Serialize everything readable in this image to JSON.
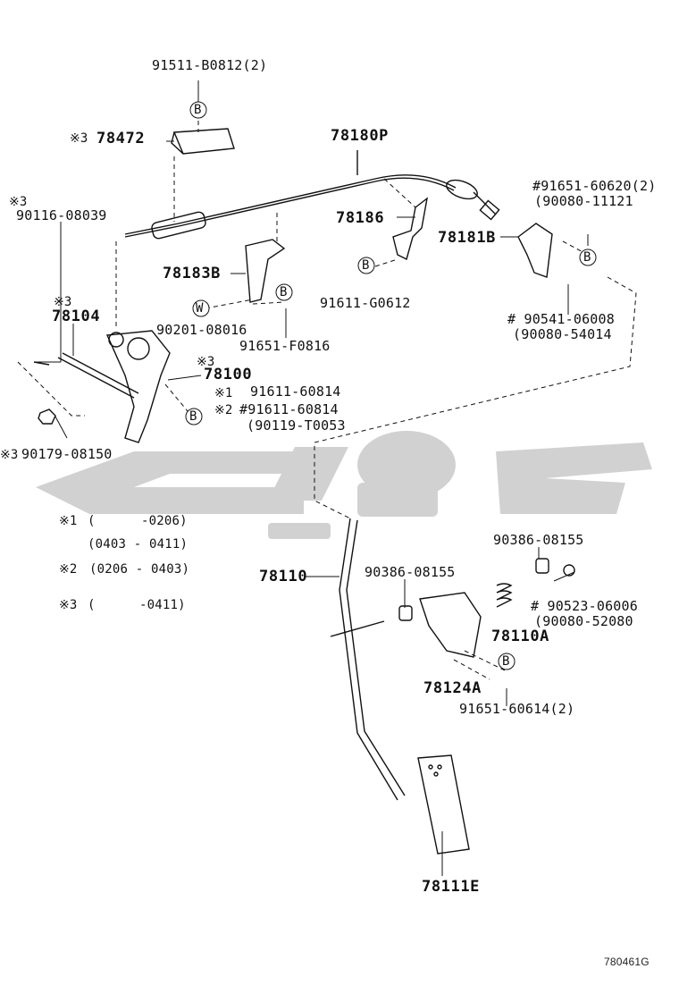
{
  "labels": {
    "p91511": "91511-B0812(2)",
    "p78472": "78472",
    "p78180P": "78180P",
    "p90116": "90116-08039",
    "p91651_60620": "#91651-60620(2)",
    "p90080_11121": "(90080-11121",
    "p78186": "78186",
    "p78181B": "78181B",
    "p78183B": "78183B",
    "p91611_G0612": "91611-G0612",
    "p78104": "78104",
    "p90201": "90201-08016",
    "p91651_F0816": "91651-F0816",
    "p90541": "# 90541-06008",
    "p90080_5401": "(90080-54014",
    "p78100": "78100",
    "p91611_60814a": "91611-60814",
    "p91611_60814b": "#91611-60814",
    "p90119": "(90119-T0053",
    "p90179": "90179-08150",
    "p78110": "78110",
    "p90386a": "90386-08155",
    "p90386b": "90386-08155",
    "p90523": "# 90523-06006",
    "p90080_52080": "(90080-52080",
    "p78110A": "78110A",
    "p78124A": "78124A",
    "p91651_60614": "91651-60614(2)",
    "p78111E": "78111E"
  },
  "marks": {
    "ref3": "※3",
    "ref1": "※1",
    "ref2": "※2",
    "B": "B",
    "W": "W"
  },
  "notes": {
    "n1_label": "※1",
    "n1_a": "(",
    "n1_b": "-0206)",
    "n1_c": "(0403 - 0411)",
    "n2_label": "※2",
    "n2_a": "(0206 - 0403)",
    "n3_label": "※3",
    "n3_a": "(",
    "n3_b": "-0411)"
  },
  "diagram_code": "780461G"
}
